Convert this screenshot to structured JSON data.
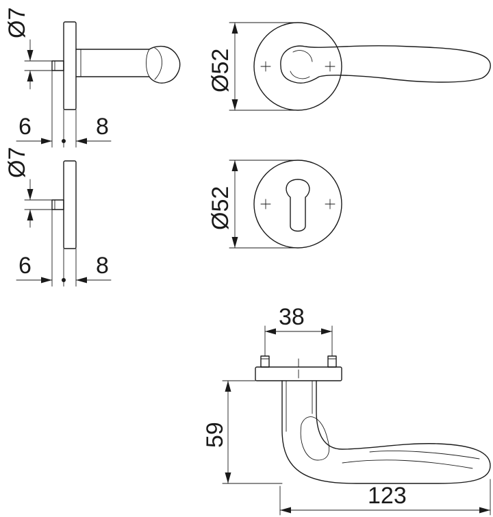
{
  "drawing": {
    "top_left": {
      "pin_diameter": "Ø7",
      "left_offset": "6",
      "right_offset": "8"
    },
    "mid_left": {
      "pin_diameter": "Ø7",
      "left_offset": "6",
      "right_offset": "8"
    },
    "lever_rose": {
      "diameter": "Ø52"
    },
    "key_rose": {
      "diameter": "Ø52"
    },
    "lever_top_view": {
      "fixing_distance": "38",
      "height": "59",
      "length": "123"
    }
  }
}
